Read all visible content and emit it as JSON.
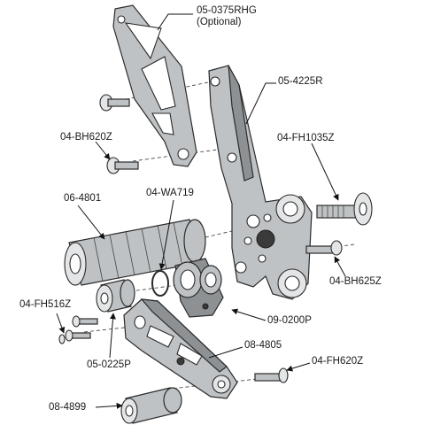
{
  "labels": {
    "heel_guard": "05-0375RHG",
    "heel_guard_note": "(Optional)",
    "bracket": "05-4225R",
    "bolt_bh620": "04-BH620Z",
    "bolt_fh1035": "04-FH1035Z",
    "peg": "06-4801",
    "washer": "04-WA719",
    "bolt_bh625": "04-BH625Z",
    "bolt_fh516": "04-FH516Z",
    "pivot_block": "09-0200P",
    "spacer_0225": "05-0225P",
    "lever": "08-4805",
    "bolt_fh620": "04-FH620Z",
    "spacer_4899": "08-4899"
  }
}
